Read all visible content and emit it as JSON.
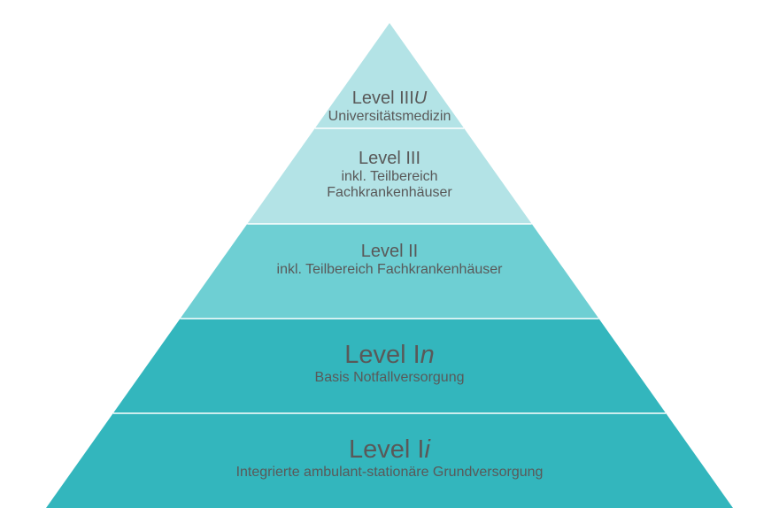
{
  "pyramid": {
    "tiers": [
      {
        "title": "Level III",
        "suffix": "U",
        "subtitle": "Universitätsmedizin",
        "color": "#b3e3e6"
      },
      {
        "title": "Level III",
        "suffix": "",
        "subtitle": "inkl. Teilbereich\nFachkrankenhäuser",
        "color": "#b3e3e6"
      },
      {
        "title": "Level II",
        "suffix": "",
        "subtitle": "inkl. Teilbereich Fachkrankenhäuser",
        "color": "#6ecfd3"
      },
      {
        "title": "Level I",
        "suffix": "n",
        "subtitle": "Basis Notfallversorgung",
        "color": "#33b6bd"
      },
      {
        "title": "Level I",
        "suffix": "i",
        "subtitle": "Integrierte ambulant-stationäre  Grundversorgung",
        "color": "#33b6bd"
      }
    ],
    "text_color": "#595959",
    "divider_color": "#ffffff"
  }
}
